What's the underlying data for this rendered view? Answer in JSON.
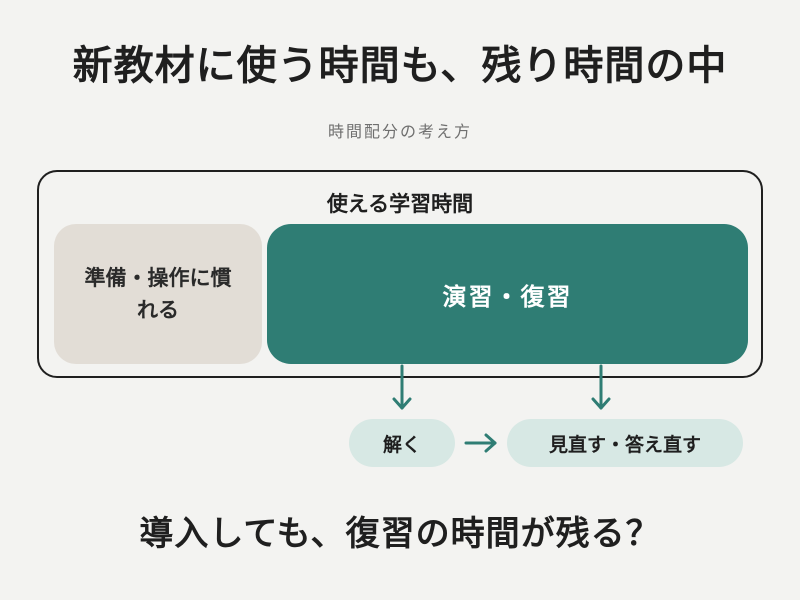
{
  "title": "新教材に使う時間も、残り時間の中",
  "subtitle": "時間配分の考え方",
  "diagram": {
    "frame_label": "使える学習時間",
    "prep_box": "準備・操作に慣れる",
    "practice_box": "演習・復習",
    "steps": [
      "解く",
      "見直す・答え直す"
    ]
  },
  "question": "導入しても、復習の時間が残る？",
  "colors": {
    "background": "#f3f3f1",
    "teal": "#2f7d74",
    "pill": "#d7e8e4",
    "prep": "#e2ddd6",
    "text": "#1f1f1f"
  },
  "icons": [
    "down-arrow-icon",
    "right-arrow-icon"
  ]
}
